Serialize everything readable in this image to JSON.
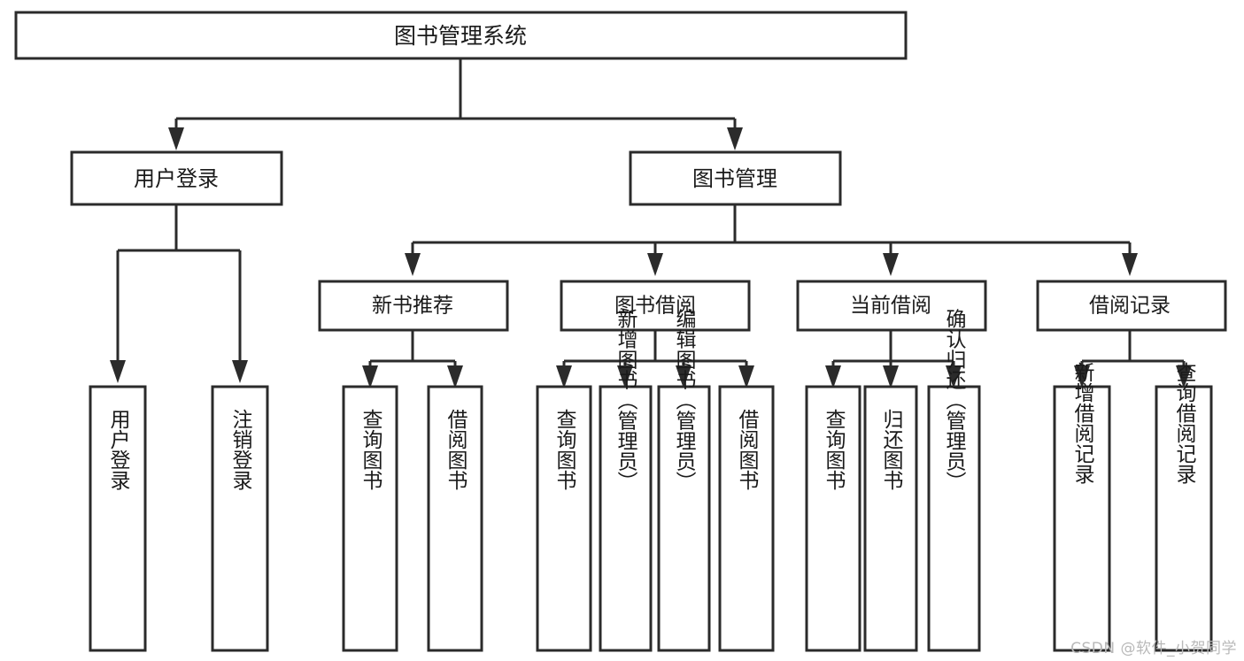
{
  "diagram": {
    "type": "tree-hierarchy",
    "title": "图书管理系统",
    "watermark": "CSDN @软件_小贺同学",
    "colors": {
      "background": "#ffffff",
      "stroke": "#2b2b2b",
      "fill": "#ffffff",
      "text": "#1a1a1a",
      "watermark": "#b9b9b9"
    },
    "root": {
      "label": "图书管理系统",
      "children": [
        {
          "label": "用户登录",
          "children": [
            {
              "label": "用户登录"
            },
            {
              "label": "注销登录"
            }
          ]
        },
        {
          "label": "图书管理",
          "children": [
            {
              "label": "新书推荐",
              "children": [
                {
                  "label": "查询图书"
                },
                {
                  "label": "借阅图书"
                }
              ]
            },
            {
              "label": "图书借阅",
              "children": [
                {
                  "label": "查询图书"
                },
                {
                  "label": "新增图书（管理员）"
                },
                {
                  "label": "编辑图书（管理员）"
                },
                {
                  "label": "借阅图书"
                }
              ]
            },
            {
              "label": "当前借阅",
              "children": [
                {
                  "label": "查询图书"
                },
                {
                  "label": "归还图书"
                },
                {
                  "label": "确认归还（管理员）"
                }
              ]
            },
            {
              "label": "借阅记录",
              "children": [
                {
                  "label": "新增借阅记录"
                },
                {
                  "label": "查询借阅记录"
                }
              ]
            }
          ]
        }
      ]
    },
    "nodes": {
      "root": {
        "label": "图书管理系统"
      },
      "user_login": {
        "label": "用户登录"
      },
      "book_mgmt": {
        "label": "图书管理"
      },
      "new_rec": {
        "label": "新书推荐"
      },
      "book_borrow": {
        "label": "图书借阅"
      },
      "cur_borrow": {
        "label": "当前借阅"
      },
      "borrow_log": {
        "label": "借阅记录"
      },
      "leaf_01": {
        "label": "用户登录"
      },
      "leaf_02": {
        "label": "注销登录"
      },
      "leaf_03": {
        "label": "查询图书"
      },
      "leaf_04": {
        "label": "借阅图书"
      },
      "leaf_05": {
        "label": "查询图书"
      },
      "leaf_06": {
        "label": "新增图书（管理员）"
      },
      "leaf_07": {
        "label": "编辑图书（管理员）"
      },
      "leaf_08": {
        "label": "借阅图书"
      },
      "leaf_09": {
        "label": "查询图书"
      },
      "leaf_10": {
        "label": "归还图书"
      },
      "leaf_11": {
        "label": "确认归还（管理员）"
      },
      "leaf_12": {
        "label": "新增借阅记录"
      },
      "leaf_13": {
        "label": "查询借阅记录"
      }
    }
  }
}
